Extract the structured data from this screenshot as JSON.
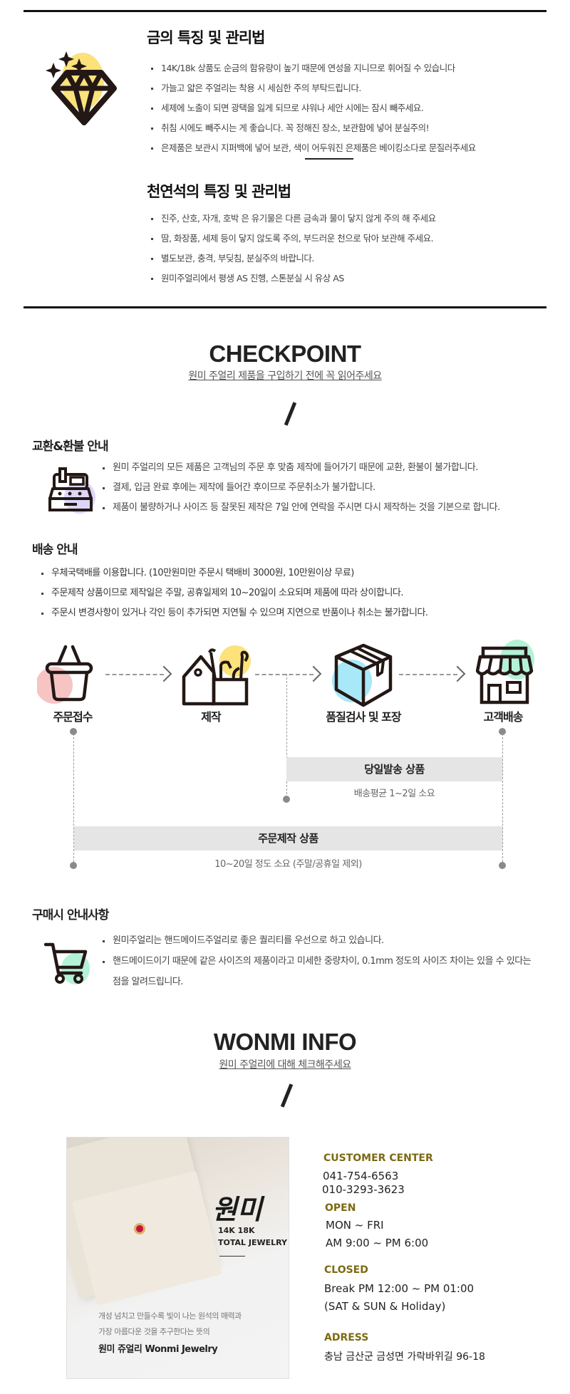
{
  "gold_care": {
    "title": "금의 특징 및 관리법",
    "icon": "diamond-icon",
    "items": [
      "14K/18k 상품도 순금의 함유량이 높기 때문에 연성을 지니므로 휘어질 수 있습니다",
      "가늘고 얇은 주얼리는 착용 시 세심한 주의 부탁드립니다.",
      "세제에 노출이 되면 광택을 잃게 되므로 샤워나 세안 시에는 잠시 빼주세요.",
      "취침 시에도 빼주시는 게 좋습니다. 꼭 정해진 장소, 보관함에 넣어 분실주의!",
      "은제품은 보관시 지퍼백에 넣어 보관, 색이 어두워진 은제품은 베이킹소다로 문질러주세요"
    ]
  },
  "stone_care": {
    "title": "천연석의 특징 및 관리법",
    "items": [
      "진주, 산호, 자개, 호박 은 유기물은 다른 금속과 물이 닿지 않게 주의 해 주세요",
      "땀, 화장품, 세제 등이 닿지 않도록 주의, 부드러운 천으로 닦아 보관해 주세요.",
      "별도보관, 충격, 부딪침, 분실주의 바랍니다.",
      "원미주얼리에서 평생 AS 진행, 스톤분실 시 유상 AS"
    ]
  },
  "checkpoint": {
    "title": "CHECKPOINT",
    "subtitle": "원미 주얼리 제품을 구입하기 전에 꼭 읽어주세요"
  },
  "exchange": {
    "title": "교환&환불 안내",
    "icon": "cash-register-icon",
    "items": [
      "원미 주얼리의 모든 제품은 고객님의 주문 후 맞춤 제작에 들어가기 때문에 교환, 환불이 불가합니다.",
      "결제, 입금 완료 후에는 제작에 들어간 후이므로 주문취소가 불가합니다.",
      "제품이 불량하거나 사이즈 등 잘못된 제작은 7일 안에 연락을 주시면 다시 제작하는 것을 기본으로 합니다."
    ]
  },
  "shipping": {
    "title": "배송 안내",
    "items": [
      "우체국택배를 이용합니다. (10만원미만 주문시 택배비 3000원, 10만원이상 무료)",
      "주문제작 상품이므로 제작일은 주말, 공휴일제외 10~20일이 소요되며 제품에 따라 상이합니다.",
      "주문시 변경사항이 있거나 각인 등이 추가되면 지연될 수 있으며 지연으로 반품이나 취소는 불가합니다."
    ]
  },
  "process": {
    "steps": [
      {
        "label": "주문접수",
        "icon": "basket-icon",
        "accent": "#f7c4c4"
      },
      {
        "label": "제작",
        "icon": "toolbox-icon",
        "accent": "#fbe27a"
      },
      {
        "label": "품질검사 및 포장",
        "icon": "box-icon",
        "accent": "#a8e8f8"
      },
      {
        "label": "고객배송",
        "icon": "store-icon",
        "accent": "#b4f2d8"
      }
    ],
    "same_day": {
      "label": "당일발송 상품",
      "note": "배송평균 1~2일 소요"
    },
    "custom": {
      "label": "주문제작 상품",
      "note": "10~20일 정도 소요 (주말/공휴일 제외)"
    }
  },
  "purchase": {
    "title": "구매시 안내사항",
    "icon": "cart-icon",
    "items": [
      "원미주얼리는 핸드메이드주얼리로 좋은 퀄리티를 우선으로 하고 있습니다.",
      "핸드메이드이기 때문에 같은 사이즈의 제품이라고 미세한 중량차이, 0.1mm 정도의 사이즈 차이는 있을 수 있다는",
      "점을 알려드립니다."
    ]
  },
  "info": {
    "title": "WONMI INFO",
    "subtitle": "원미 주얼리에 대해 체크해주세요",
    "photo": {
      "brand_script": "원미",
      "line1": "14K 18K",
      "line2": "TOTAL JEWELRY",
      "desc1": "개성 넘치고 만들수록 빛이 나는 원석의 매력과",
      "desc2": "가장 아름다운 것을 추구한다는 뜻의",
      "name": "원미 쥬얼리 Wonmi Jewelry"
    },
    "customer_center": {
      "label": "CUSTOMER CENTER",
      "phone1": "041-754-6563",
      "phone2": "010-3293-3623"
    },
    "open": {
      "label": "OPEN",
      "days": "MON ~ FRI",
      "hours": "AM 9:00 ~ PM 6:00"
    },
    "closed": {
      "label": "CLOSED",
      "break": "Break PM 12:00 ~ PM 01:00",
      "days": "(SAT & SUN & Holiday)"
    },
    "address": {
      "label": "ADRESS",
      "value": "충남 금산군 금성면 가락바위길 96-18"
    },
    "accent_color": "#7c6a12"
  }
}
